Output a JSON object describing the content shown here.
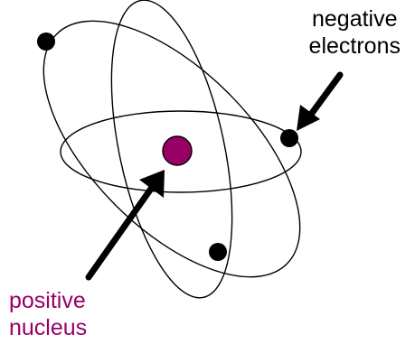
{
  "labels": {
    "electrons": {
      "line1": "negative",
      "line2": "electrons"
    },
    "nucleus": {
      "line1": "positive",
      "line2": "nucleus"
    }
  },
  "colors": {
    "orbit": "#000000",
    "electron": "#000000",
    "nucleus": "#990066",
    "nucleus_label": "#990066",
    "electron_label": "#000000",
    "arrow": "#000000"
  },
  "counts": {
    "electrons": 3,
    "orbits": 3
  }
}
